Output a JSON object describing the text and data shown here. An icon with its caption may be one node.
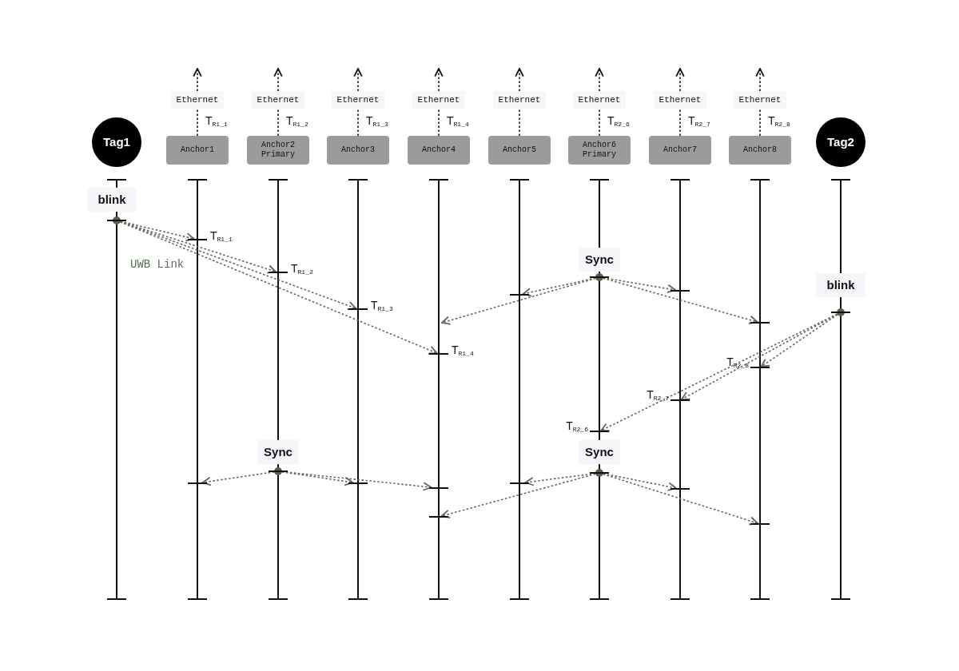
{
  "diagram": {
    "nodes": [
      {
        "text": [
          "Tag1"
        ]
      },
      {
        "text": [
          "Anchor1"
        ]
      },
      {
        "text": [
          "Anchor2 Primary"
        ]
      },
      {
        "text": [
          "Anchor3"
        ]
      },
      {
        "text": [
          "Anchor4"
        ]
      },
      {
        "text": [
          "Anchor5"
        ]
      },
      {
        "text": [
          "Anchor6 Primary"
        ]
      },
      {
        "text": [
          "Anchor7"
        ]
      },
      {
        "text": [
          "Anchor8"
        ]
      },
      {
        "text": [
          "Tag2"
        ]
      },
      {
        "text": [
          "Ethernet"
        ],
        "beside": [
          "T$_{R1_1}$"
        ]
      },
      {
        "text": [
          "Ethernet"
        ],
        "beside": [
          "T$_{R1_2}$"
        ]
      },
      {
        "text": [
          "Ethernet"
        ],
        "beside": [
          "T$_{R1_3}$"
        ]
      },
      {
        "text": [
          "Ethernet"
        ],
        "beside": [
          "T$_{R1_4}$"
        ]
      },
      {
        "text": [
          "Ethernet"
        ]
      },
      {
        "text": [
          "Ethernet"
        ],
        "beside": [
          "T$_{R2_6}$"
        ]
      },
      {
        "text": [
          "Ethernet"
        ],
        "beside": [
          "T$_{R2_7}$"
        ]
      },
      {
        "text": [
          "Ethernet"
        ],
        "beside": [
          "T$_{R2_8}$"
        ]
      },
      {
        "text": [
          "blink"
        ]
      },
      {
        "text": [],
        "shape": "circle"
      },
      {
        "text": [],
        "shape": "bar",
        "beside": [
          "T$_{R1_1}$"
        ]
      },
      {
        "text": [],
        "shape": "bar",
        "beside": [
          "T$_{R1_2}$"
        ]
      },
      {
        "text": [],
        "shape": "bar",
        "beside": [
          "T$_{R1_3}$"
        ]
      },
      {
        "text": [],
        "shape": "bar",
        "beside": [
          "T$_{R1_4}$"
        ]
      },
      {
        "text": [
          "Sync"
        ]
      },
      {
        "text": [],
        "shape": "circle"
      },
      {
        "text": [],
        "shape": "bar"
      },
      {
        "text": [],
        "shape": "bar"
      },
      {
        "text": [],
        "shape": "bar"
      },
      {
        "text": [
          "blink"
        ]
      },
      {
        "text": [],
        "shape": "circle"
      },
      {
        "text": [],
        "shape": "bar",
        "beside": [
          "T$_{R2_8}$"
        ]
      },
      {
        "text": [],
        "shape": "bar",
        "beside": [
          "T$_{R2_7}$"
        ]
      },
      {
        "text": [],
        "shape": "bar",
        "beside": [
          "T$_{R2_6}$"
        ]
      },
      {
        "text": [
          "Sync"
        ]
      },
      {
        "text": [],
        "shape": "circle"
      },
      {
        "text": [],
        "shape": "bar"
      },
      {
        "text": [],
        "shape": "bar"
      },
      {
        "text": [],
        "shape": "bar"
      },
      {
        "text": [
          "Sync"
        ]
      },
      {
        "text": [],
        "shape": "circle"
      },
      {
        "text": [],
        "shape": "bar"
      },
      {
        "text": [],
        "shape": "bar"
      },
      {
        "text": [],
        "shape": "bar"
      },
      {
        "text": [],
        "shape": "bar"
      }
    ],
    "edges": [
      {
        "from": 1,
        "to": 10,
        "arrow": "none",
        "style": "dashed",
        "color": "#111111"
      },
      {
        "from": 2,
        "to": 11,
        "arrow": "none",
        "style": "dashed",
        "color": "#111111"
      },
      {
        "from": 3,
        "to": 12,
        "arrow": "none",
        "style": "dashed",
        "color": "#111111"
      },
      {
        "from": 4,
        "to": 13,
        "arrow": "none",
        "style": "dashed",
        "color": "#111111"
      },
      {
        "from": 5,
        "to": 14,
        "arrow": "none",
        "style": "dashed",
        "color": "#111111"
      },
      {
        "from": 6,
        "to": 15,
        "arrow": "none",
        "style": "dashed",
        "color": "#111111"
      },
      {
        "from": 7,
        "to": 16,
        "arrow": "none",
        "style": "dashed",
        "color": "#111111"
      },
      {
        "from": 8,
        "to": 17,
        "arrow": "none",
        "style": "dashed",
        "color": "#111111"
      },
      {
        "from": 10,
        "to": null,
        "arrow": "to",
        "style": "dashed",
        "color": "#111111"
      },
      {
        "from": 11,
        "to": null,
        "arrow": "to",
        "style": "dashed",
        "color": "#111111"
      },
      {
        "from": 12,
        "to": null,
        "arrow": "to",
        "style": "dashed",
        "color": "#111111"
      },
      {
        "from": 13,
        "to": null,
        "arrow": "to",
        "style": "dashed",
        "color": "#111111"
      },
      {
        "from": 14,
        "to": null,
        "arrow": "to",
        "style": "dashed",
        "color": "#111111"
      },
      {
        "from": 15,
        "to": null,
        "arrow": "to",
        "style": "dashed",
        "color": "#111111"
      },
      {
        "from": 16,
        "to": null,
        "arrow": "to",
        "style": "dashed",
        "color": "#111111"
      },
      {
        "from": 17,
        "to": null,
        "arrow": "to",
        "style": "dashed",
        "color": "#111111"
      },
      {
        "from": 19,
        "to": 20,
        "arrow": "to",
        "style": "dashed"
      },
      {
        "from": 19,
        "to": 21,
        "arrow": "to",
        "style": "dashed"
      },
      {
        "from": 19,
        "to": 22,
        "arrow": "to",
        "style": "dashed"
      },
      {
        "from": 19,
        "to": 23,
        "arrow": "to",
        "style": "dashed"
      },
      {
        "from": 25,
        "to": 26,
        "arrow": "to",
        "style": "dashed"
      },
      {
        "from": 25,
        "to": null,
        "arrow": "to",
        "style": "dashed"
      },
      {
        "from": 25,
        "to": 27,
        "arrow": "to",
        "style": "dashed"
      },
      {
        "from": 25,
        "to": 28,
        "arrow": "to",
        "style": "dashed"
      },
      {
        "from": 30,
        "to": 31,
        "arrow": "to",
        "style": "dashed"
      },
      {
        "from": 30,
        "to": 32,
        "arrow": "to",
        "style": "dashed"
      },
      {
        "from": 30,
        "to": 33,
        "arrow": "to",
        "style": "dashed"
      },
      {
        "from": 35,
        "to": 36,
        "arrow": "to",
        "style": "dashed"
      },
      {
        "from": 35,
        "to": 37,
        "arrow": "to",
        "style": "dashed"
      },
      {
        "from": 35,
        "to": 38,
        "arrow": "to",
        "style": "dashed"
      },
      {
        "from": 40,
        "to": 41,
        "arrow": "to",
        "style": "dashed"
      },
      {
        "from": 40,
        "to": 42,
        "arrow": "to",
        "style": "dashed"
      },
      {
        "from": 40,
        "to": 43,
        "arrow": "to",
        "style": "dashed"
      },
      {
        "from": 40,
        "to": 44,
        "arrow": "to",
        "style": "dashed"
      }
    ],
    "labels": [
      "UWB Link"
    ]
  }
}
